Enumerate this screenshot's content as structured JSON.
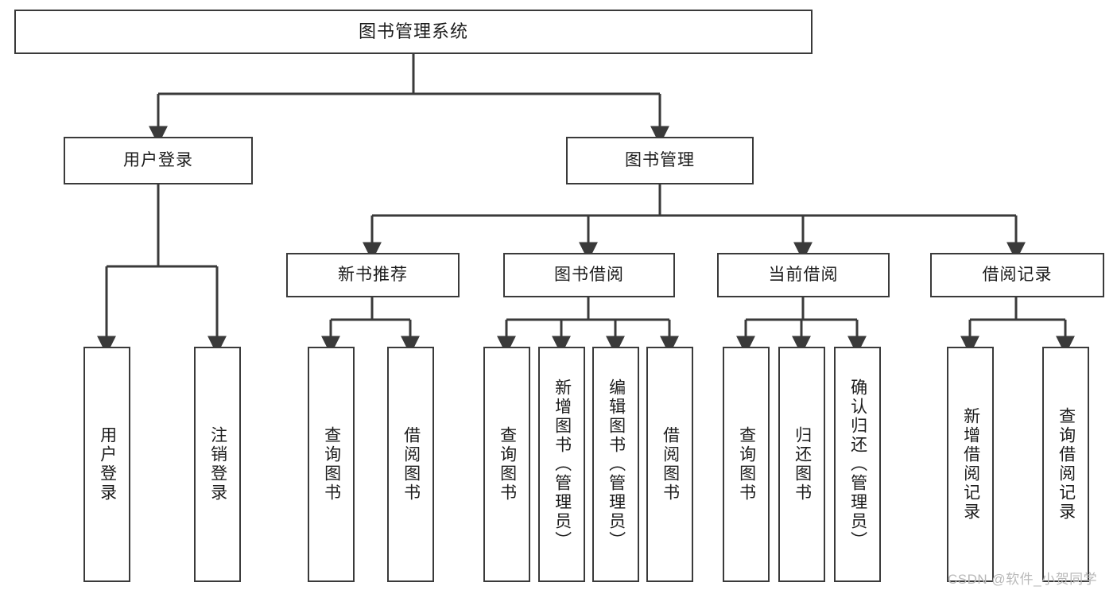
{
  "diagram": {
    "title": "图书管理系统",
    "watermark": "CSDN @软件_小贺同学",
    "colors": {
      "box_border": "#3a3a3a",
      "edge": "#3a3a3a",
      "background": "#ffffff",
      "text": "#1c1c1c",
      "watermark": "#b9b9b9"
    }
  },
  "nodes": {
    "root": {
      "label": "图书管理系统"
    },
    "level2": [
      {
        "id": "user-login",
        "label": "用户登录"
      },
      {
        "id": "book-management",
        "label": "图书管理"
      }
    ],
    "level3": [
      {
        "id": "new-book-recommend",
        "label": "新书推荐"
      },
      {
        "id": "book-borrow",
        "label": "图书借阅"
      },
      {
        "id": "current-borrow",
        "label": "当前借阅"
      },
      {
        "id": "borrow-record",
        "label": "借阅记录"
      }
    ],
    "leaves": {
      "user_login": [
        {
          "id": "leaf-user-login",
          "label": "用户登录"
        },
        {
          "id": "leaf-user-logout",
          "label": "注销登录"
        }
      ],
      "new_book_recommend": [
        {
          "id": "leaf-query-book-1",
          "label": "查询图书"
        },
        {
          "id": "leaf-borrow-book-1",
          "label": "借阅图书"
        }
      ],
      "book_borrow": [
        {
          "id": "leaf-query-book-2",
          "label": "查询图书"
        },
        {
          "id": "leaf-add-book",
          "label": "新增图书（管理员）"
        },
        {
          "id": "leaf-edit-book",
          "label": "编辑图书（管理员）"
        },
        {
          "id": "leaf-borrow-book-2",
          "label": "借阅图书"
        }
      ],
      "current_borrow": [
        {
          "id": "leaf-query-book-3",
          "label": "查询图书"
        },
        {
          "id": "leaf-return-book",
          "label": "归还图书"
        },
        {
          "id": "leaf-confirm-return",
          "label": "确认归还（管理员）"
        }
      ],
      "borrow_record": [
        {
          "id": "leaf-add-record",
          "label": "新增借阅记录"
        },
        {
          "id": "leaf-query-record",
          "label": "查询借阅记录"
        }
      ]
    }
  },
  "chart_data": {
    "type": "tree-diagram",
    "title": "图书管理系统",
    "orientation": "top-down",
    "levels": 4,
    "tree": {
      "label": "图书管理系统",
      "children": [
        {
          "label": "用户登录",
          "children": [
            {
              "label": "用户登录",
              "children": []
            },
            {
              "label": "注销登录",
              "children": []
            }
          ]
        },
        {
          "label": "图书管理",
          "children": [
            {
              "label": "新书推荐",
              "children": [
                {
                  "label": "查询图书",
                  "children": []
                },
                {
                  "label": "借阅图书",
                  "children": []
                }
              ]
            },
            {
              "label": "图书借阅",
              "children": [
                {
                  "label": "查询图书",
                  "children": []
                },
                {
                  "label": "新增图书（管理员）",
                  "children": []
                },
                {
                  "label": "编辑图书（管理员）",
                  "children": []
                },
                {
                  "label": "借阅图书",
                  "children": []
                }
              ]
            },
            {
              "label": "当前借阅",
              "children": [
                {
                  "label": "查询图书",
                  "children": []
                },
                {
                  "label": "归还图书",
                  "children": []
                },
                {
                  "label": "确认归还（管理员）",
                  "children": []
                }
              ]
            },
            {
              "label": "借阅记录",
              "children": [
                {
                  "label": "新增借阅记录",
                  "children": []
                },
                {
                  "label": "查询借阅记录",
                  "children": []
                }
              ]
            }
          ]
        }
      ]
    }
  }
}
